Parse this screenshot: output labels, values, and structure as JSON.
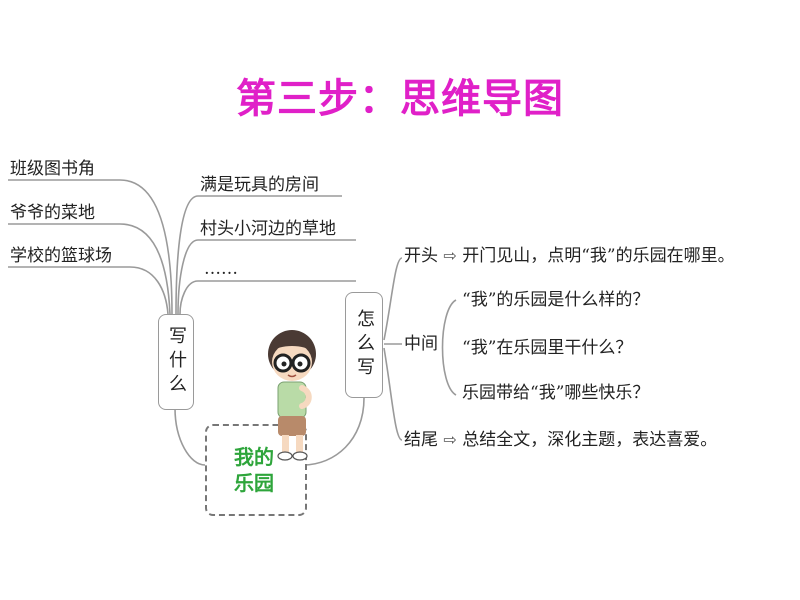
{
  "title": "第三步：思维导图",
  "colors": {
    "title": "#e020c8",
    "center_text": "#2ea53b",
    "line": "#9a9a9a"
  },
  "center": {
    "label": "我的乐园"
  },
  "what_to_write": {
    "box_label": "写什么",
    "left_items": [
      "班级图书角",
      "爷爷的菜地",
      "学校的篮球场"
    ],
    "right_items": [
      "满是玩具的房间",
      "村头小河边的草地",
      "……"
    ]
  },
  "how_to_write": {
    "box_label": "怎么写",
    "beginning": {
      "label": "开头",
      "arrow": "⇨",
      "text": "开门见山，点明“我”的乐园在哪里。"
    },
    "middle": {
      "label": "中间",
      "items": [
        "“我”的乐园是什么样的？",
        "“我”在乐园里干什么？",
        "乐园带给“我”哪些快乐？"
      ]
    },
    "ending": {
      "label": "结尾",
      "arrow": "⇨",
      "text": "总结全文，深化主题，表达喜爱。"
    }
  },
  "illustration": {
    "icon": "boy-with-glasses-illustration"
  }
}
